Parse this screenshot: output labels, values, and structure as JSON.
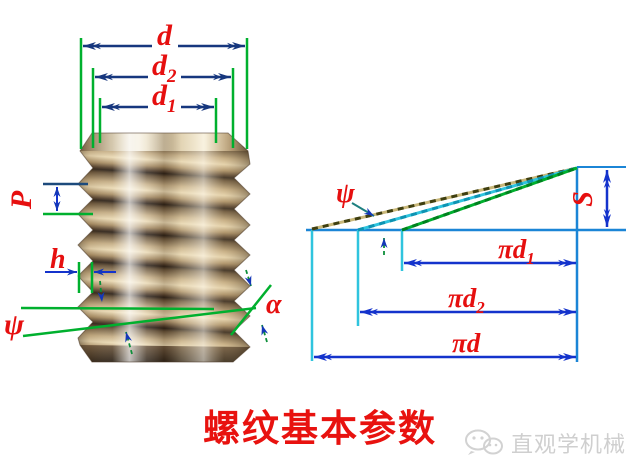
{
  "title": {
    "text": "螺纹基本参数",
    "color": "#e8120f"
  },
  "watermark": {
    "text": "直观学机械",
    "icon": "wechat-logo-icon",
    "color": "#cfcfcf"
  },
  "colors": {
    "label_red": "#e60f0f",
    "dim_navy": "#16377e",
    "dim_blue": "#1433cc",
    "ext_green": "#00b02e",
    "cyan": "#2fc4de",
    "base_blue": "#1b85d6",
    "khaki": "#c9b87a",
    "metal_bronze": "#b49a78"
  },
  "left_diagram": {
    "description": "3D threaded screw with diameter, pitch, depth and angle callouts",
    "dims": [
      {
        "main": "d",
        "sub": ""
      },
      {
        "main": "d",
        "sub": "2"
      },
      {
        "main": "d",
        "sub": "1"
      }
    ],
    "pitch": {
      "main": "P"
    },
    "thread_depth": {
      "main": "h"
    },
    "lead_angle": {
      "main": "ψ"
    },
    "profile_angle": {
      "main": "α"
    }
  },
  "right_diagram": {
    "description": "Unwrapped helix development triangle",
    "lead_angle": {
      "main": "ψ"
    },
    "lead": {
      "main": "S"
    },
    "dims": [
      {
        "main": "πd",
        "sub": "1"
      },
      {
        "main": "πd",
        "sub": "2"
      },
      {
        "main": "πd",
        "sub": ""
      }
    ]
  }
}
